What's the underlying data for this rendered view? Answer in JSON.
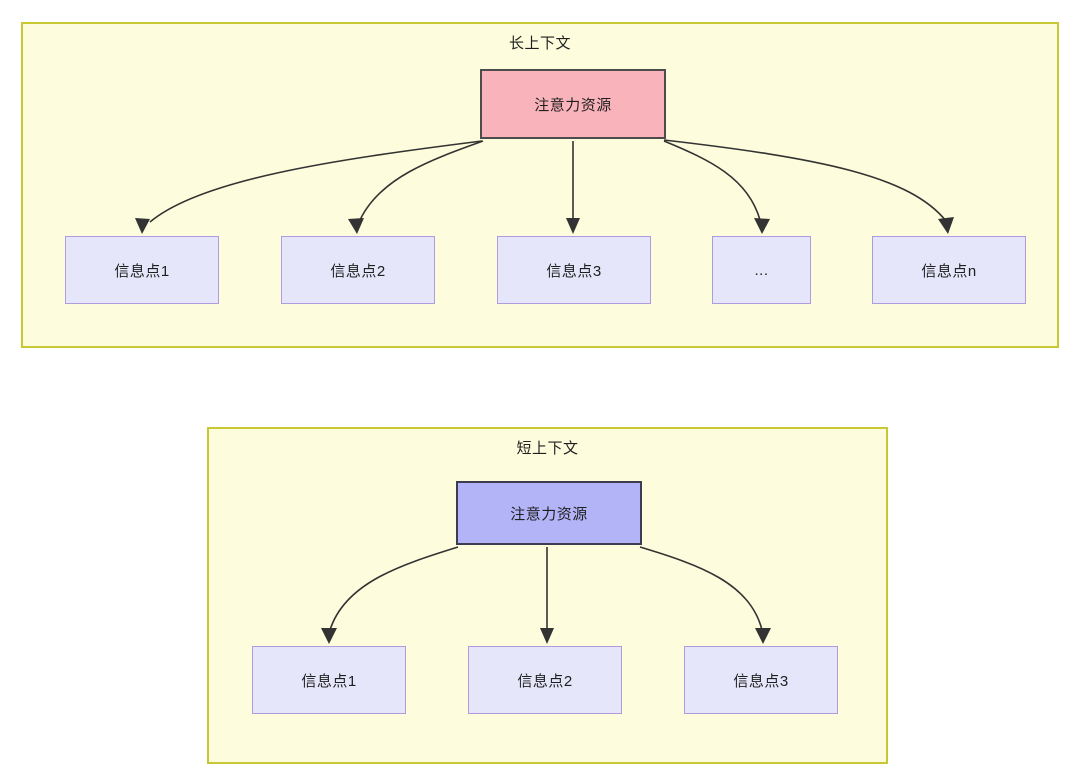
{
  "diagram": {
    "title_long": "长上下文",
    "title_short": "短上下文",
    "colors": {
      "panel_fill": "#fdfcdc",
      "panel_border": "#c8c832",
      "root_long_fill": "#f9b3bb",
      "root_long_border": "#4d4b4b",
      "root_short_fill": "#b3b3f7",
      "root_short_border": "#3d3d52",
      "info_fill": "#e6e6fb",
      "info_border": "#b19be0",
      "edge_stroke": "#333333",
      "text": "#1f1f1f"
    }
  },
  "long_context": {
    "panel_label": "长上下文",
    "root": {
      "label": "注意力资源"
    },
    "leaves": [
      {
        "label": "信息点1"
      },
      {
        "label": "信息点2"
      },
      {
        "label": "信息点3"
      },
      {
        "label": "..."
      },
      {
        "label": "信息点n"
      }
    ]
  },
  "short_context": {
    "panel_label": "短上下文",
    "root": {
      "label": "注意力资源"
    },
    "leaves": [
      {
        "label": "信息点1"
      },
      {
        "label": "信息点2"
      },
      {
        "label": "信息点3"
      }
    ]
  }
}
